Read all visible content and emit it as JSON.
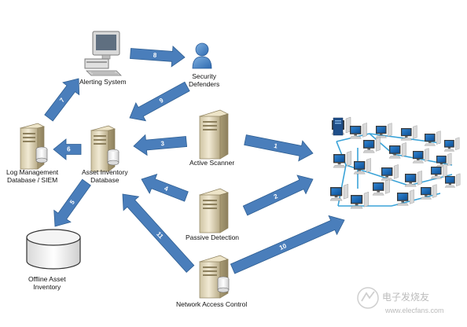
{
  "nodes": {
    "alerting_system": "Alerting System",
    "security_defenders": [
      "Security",
      "Defenders"
    ],
    "log_management": [
      "Log Management",
      "Database / SIEM"
    ],
    "asset_inventory": [
      "Asset Inventory",
      "Database"
    ],
    "active_scanner": "Active Scanner",
    "passive_detection": "Passive Detection",
    "offline_asset": [
      "Offline Asset",
      "Inventory"
    ],
    "network_access_control": "Network Access Control"
  },
  "arrows": [
    "1",
    "2",
    "3",
    "4",
    "5",
    "6",
    "7",
    "8",
    "9",
    "10",
    "11"
  ],
  "watermark": {
    "line1": "电子发烧友",
    "line2": "www.elecfans.com"
  },
  "colors": {
    "arrow_fill": "#4a7ebb",
    "arrow_stroke": "#2f5f93",
    "server_body": "#e7dfc6",
    "server_shade": "#b9ab85",
    "network_cable": "#3aa3d8",
    "db_fill": "#f2f2f2"
  }
}
